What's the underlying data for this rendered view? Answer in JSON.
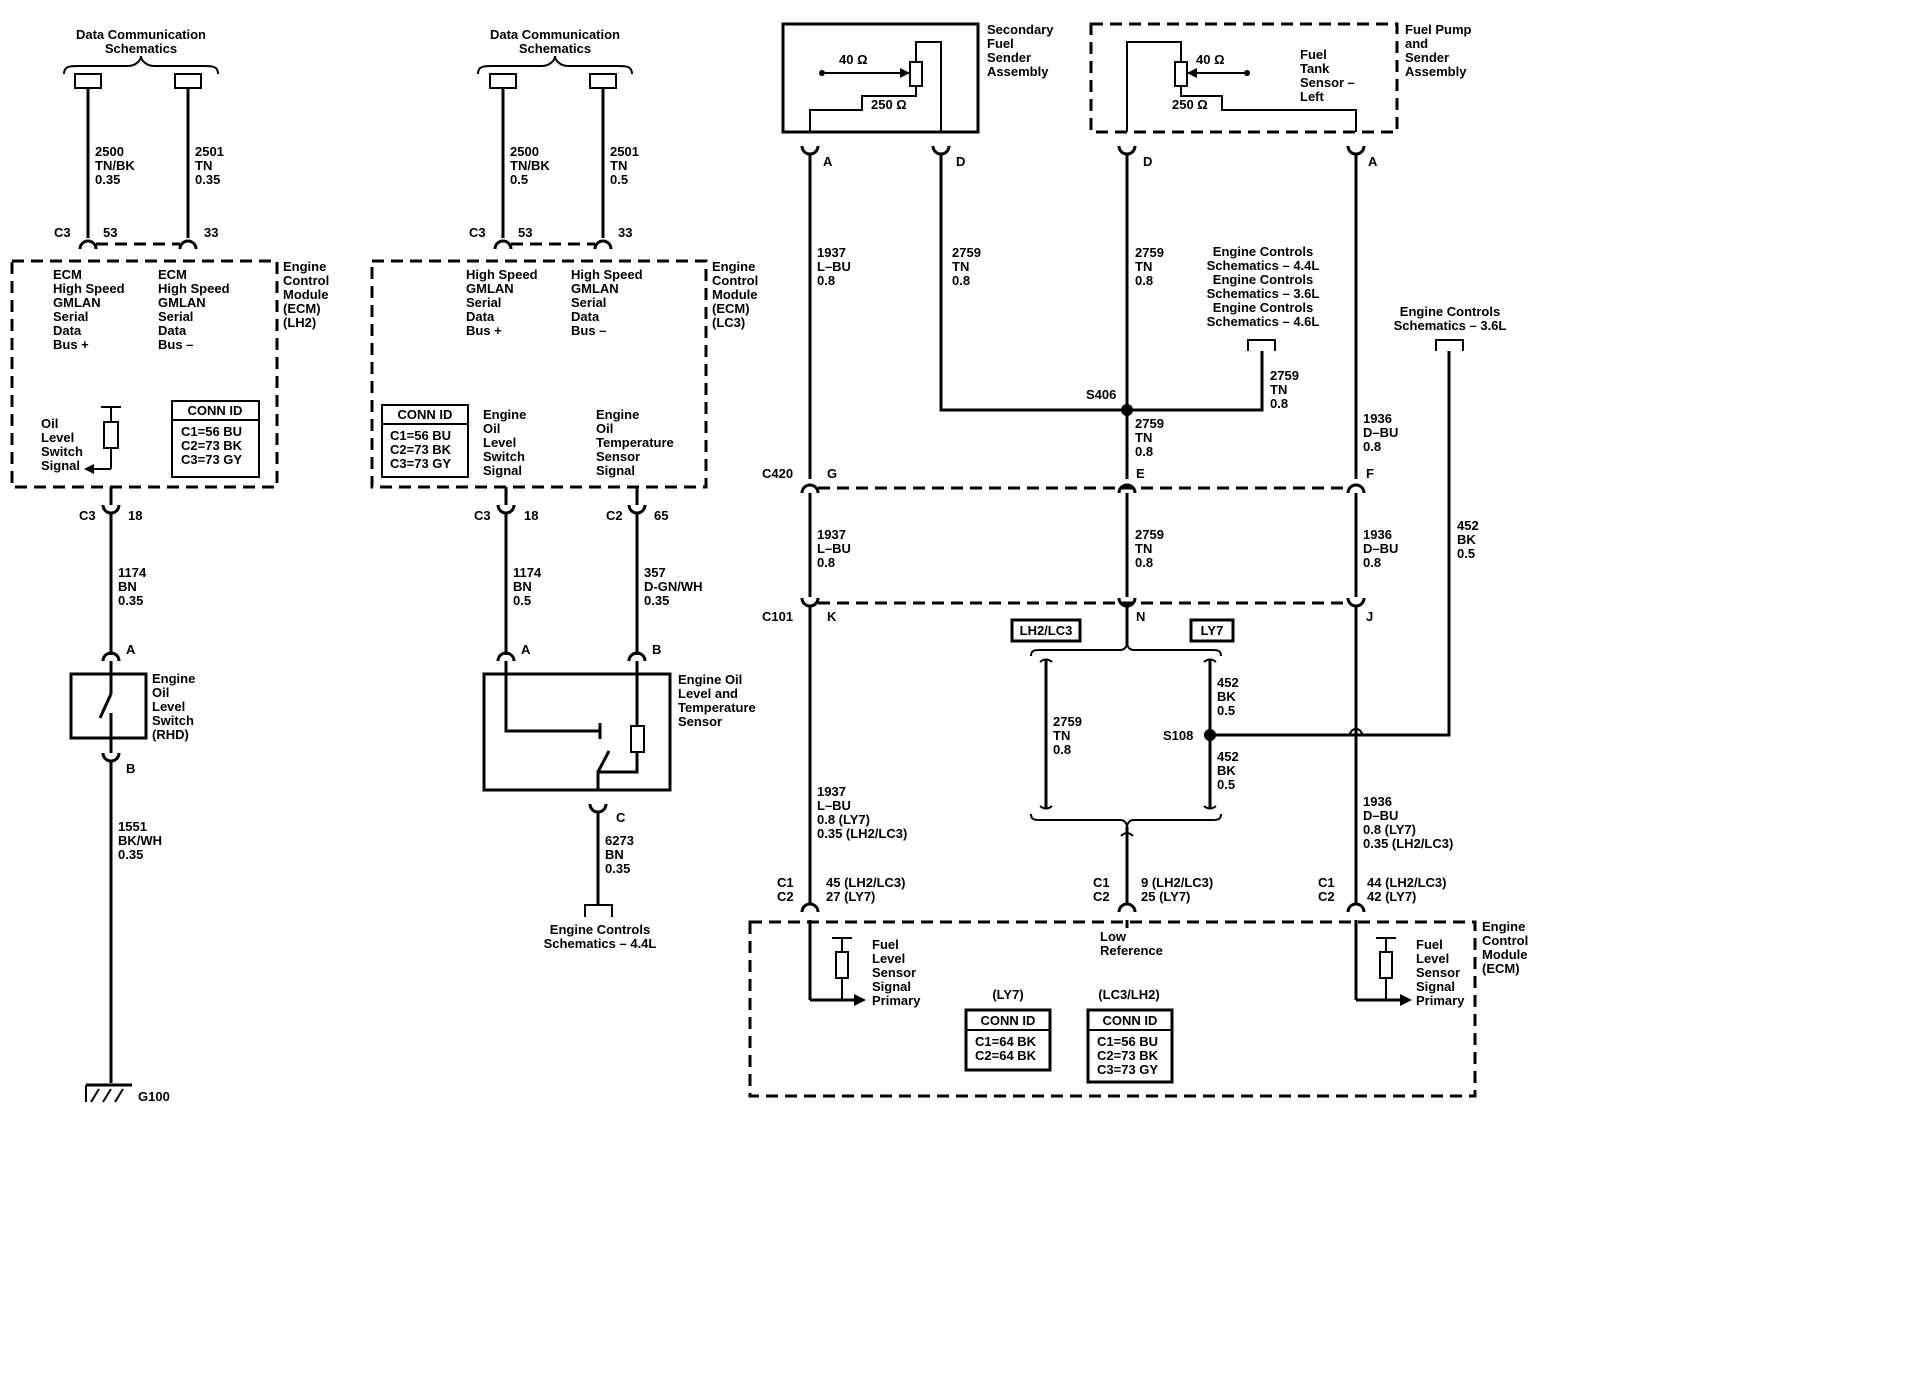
{
  "links": {
    "data_comm_1": "Data Communication\nSchematics",
    "data_comm_2": "Data Communication\nSchematics",
    "engine_controls_44_bottom": "Engine Controls\nSchematics – 4.4L",
    "engine_controls_multi": "Engine Controls\nSchematics – 4.4L\nEngine Controls\nSchematics – 3.6L\nEngine Controls\nSchematics – 4.6L",
    "engine_controls_36": "Engine Controls\nSchematics – 3.6L"
  },
  "components": {
    "ecm_lh2": "Engine\nControl\nModule\n(ECM)\n(LH2)",
    "ecm_lc3": "Engine\nControl\nModule\n(ECM)\n(LC3)",
    "ecm_main": "Engine\nControl\nModule\n(ECM)",
    "oil_level_switch": "Engine\nOil\nLevel\nSwitch\n(RHD)",
    "oil_level_temp_sensor": "Engine Oil\nLevel and\nTemperature\nSensor",
    "secondary_sender": "Secondary\nFuel\nSender\nAssembly",
    "fuel_pump_sender": "Fuel Pump\nand\nSender\nAssembly",
    "fuel_tank_sensor_left": "Fuel\nTank\nSensor –\nLeft"
  },
  "internal": {
    "ecm_hs_plus_lh2": "ECM\nHigh Speed\nGMLAN\nSerial\nData\nBus +",
    "ecm_hs_minus_lh2": "ECM\nHigh Speed\nGMLAN\nSerial\nData\nBus –",
    "hs_plus_lc3": "High Speed\nGMLAN\nSerial\nData\nBus +",
    "hs_minus_lc3": "High Speed\nGMLAN\nSerial\nData\nBus –",
    "oil_level_switch_signal_lh2": "Oil\nLevel\nSwitch\nSignal",
    "oil_level_switch_signal_lc3": "Engine\nOil\nLevel\nSwitch\nSignal",
    "oil_temp_signal": "Engine\nOil\nTemperature\nSensor\nSignal",
    "fuel_level_primary_left": "Fuel\nLevel\nSensor\nSignal\nPrimary",
    "fuel_level_primary_right": "Fuel\nLevel\nSensor\nSignal\nPrimary",
    "low_reference": "Low\nReference"
  },
  "resistances": {
    "sec_40": "40 Ω",
    "sec_250": "250 Ω",
    "pump_40": "40 Ω",
    "pump_250": "250 Ω"
  },
  "conn_tables": {
    "lh2": {
      "title": "CONN ID",
      "rows": "C1=56 BU\nC2=73 BK\nC3=73 GY"
    },
    "lc3": {
      "title": "CONN ID",
      "rows": "C1=56 BU\nC2=73 BK\nC3=73 GY"
    },
    "ly7": {
      "caption": "(LY7)",
      "title": "CONN ID",
      "rows": "C1=64 BK\nC2=64 BK"
    },
    "lc3_lh2": {
      "caption": "(LC3/LH2)",
      "title": "CONN ID",
      "rows": "C1=56 BU\nC2=73 BK\nC3=73 GY"
    }
  },
  "wires": {
    "w2500_a": "2500\nTN/BK\n0.35",
    "w2501_a": "2501\nTN\n0.35",
    "w2500_b": "2500\nTN/BK\n0.5",
    "w2501_b": "2501\nTN\n0.5",
    "w1174_a": "1174\nBN\n0.35",
    "w1551": "1551\nBK/WH\n0.35",
    "w1174_b": "1174\nBN\n0.5",
    "w357": "357\nD-GN/WH\n0.35",
    "w6273": "6273\nBN\n0.35",
    "w1937_top": "1937\nL–BU\n0.8",
    "w2759_d": "2759\nTN\n0.8",
    "w2759_pump": "2759\nTN\n0.8",
    "w2759_link": "2759\nTN\n0.8",
    "w2759_s406": "2759\nTN\n0.8",
    "w1936_top": "1936\nD–BU\n0.8",
    "w1937_mid": "1937\nL–BU\n0.8",
    "w2759_mid": "2759\nTN\n0.8",
    "w1936_mid": "1936\nD–BU\n0.8",
    "w452_right": "452\nBK\n0.5",
    "w2759_lower": "2759\nTN\n0.8",
    "w452_upper": "452\nBK\n0.5",
    "w452_lower": "452\nBK\n0.5",
    "w1937_low": "1937\nL–BU\n0.8 (LY7)\n0.35 (LH2/LC3)",
    "w1936_low": "1936\nD–BU\n0.8 (LY7)\n0.35 (LH2/LC3)"
  },
  "connectors": {
    "c3_lh2_top": "C3",
    "c3_lh2_top_53": "53",
    "c3_lh2_top_33": "33",
    "c3_lc3_top": "C3",
    "c3_lc3_top_53": "53",
    "c3_lc3_top_33": "33",
    "c3_lh2_18": "C3",
    "c3_lh2_18_pin": "18",
    "pin_a_switch": "A",
    "pin_b_switch": "B",
    "c3_lc3_18": "C3",
    "c3_lc3_18_pin": "18",
    "c2_lc3": "C2",
    "c2_lc3_65": "65",
    "pin_a_sensor": "A",
    "pin_b_sensor": "B",
    "pin_c_sensor": "C",
    "sec_a": "A",
    "sec_d": "D",
    "pump_d": "D",
    "pump_a": "A",
    "c420": "C420",
    "c420_g": "G",
    "c420_e": "E",
    "c420_f": "F",
    "c101": "C101",
    "c101_k": "K",
    "c101_n": "N",
    "c101_j": "J",
    "c1c2_left": "C1\nC2",
    "c1c2_left_pins": "45 (LH2/LC3)\n27 (LY7)",
    "c1c2_mid": "C1\nC2",
    "c1c2_mid_pins": "9 (LH2/LC3)\n25 (LY7)",
    "c1c2_right": "C1\nC2",
    "c1c2_right_pins": "44 (LH2/LC3)\n42 (LY7)"
  },
  "splices": {
    "s406": "S406",
    "s108": "S108"
  },
  "grounds": {
    "g100": "G100"
  },
  "options": {
    "lh2_lc3": "LH2/LC3",
    "ly7": "LY7"
  }
}
